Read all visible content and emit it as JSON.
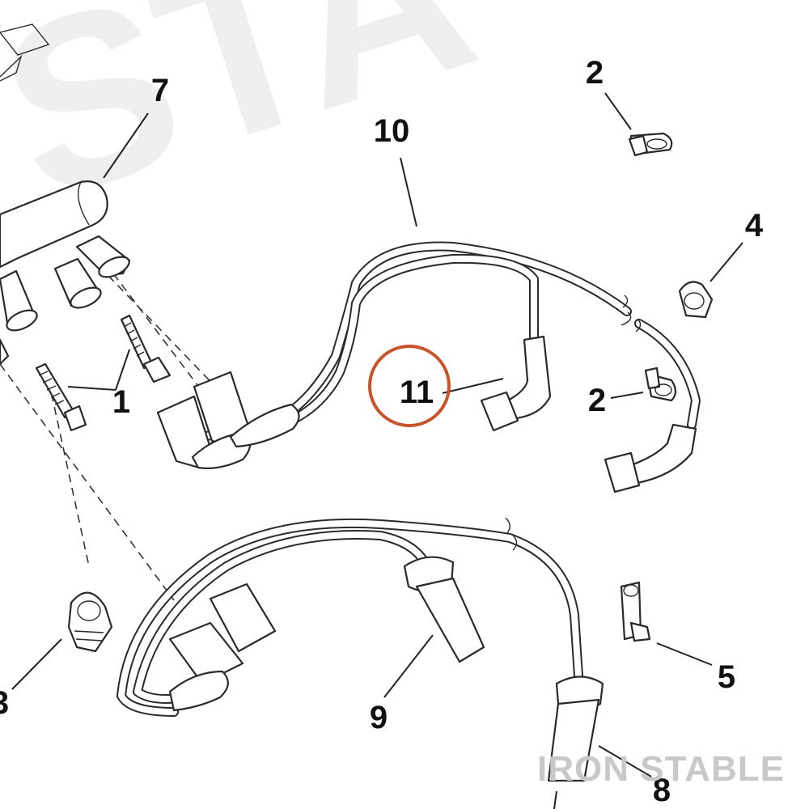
{
  "diagram": {
    "callouts": {
      "c1": "1",
      "c2a": "2",
      "c2b": "2",
      "c3": "3",
      "c4": "4",
      "c5": "5",
      "c7": "7",
      "c8": "8",
      "c9": "9",
      "c10": "10",
      "c11": "11"
    },
    "highlight_color": "#c8542a",
    "watermark": "IRON STABLE"
  }
}
